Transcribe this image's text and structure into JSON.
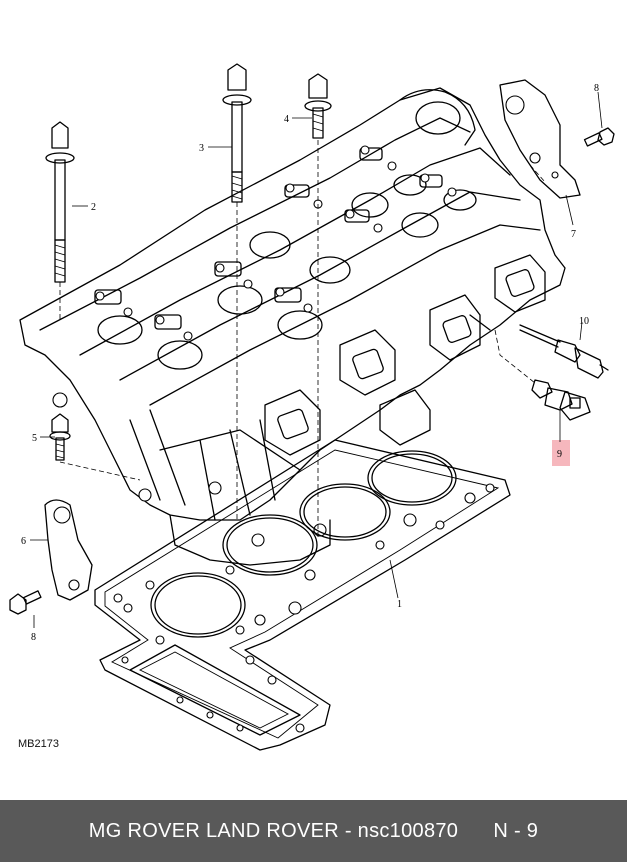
{
  "diagram": {
    "reference_code": "MB2173",
    "highlight_color": "#f6b7bd",
    "callouts": {
      "c1": "1",
      "c2": "2",
      "c3": "3",
      "c4": "4",
      "c5": "5",
      "c6": "6",
      "c7": "7",
      "c8a": "8",
      "c8b": "8",
      "c9": "9",
      "c10": "10"
    }
  },
  "footer": {
    "text": "MG ROVER LAND ROVER - nsc100870      N - 9",
    "background": "#595959"
  }
}
